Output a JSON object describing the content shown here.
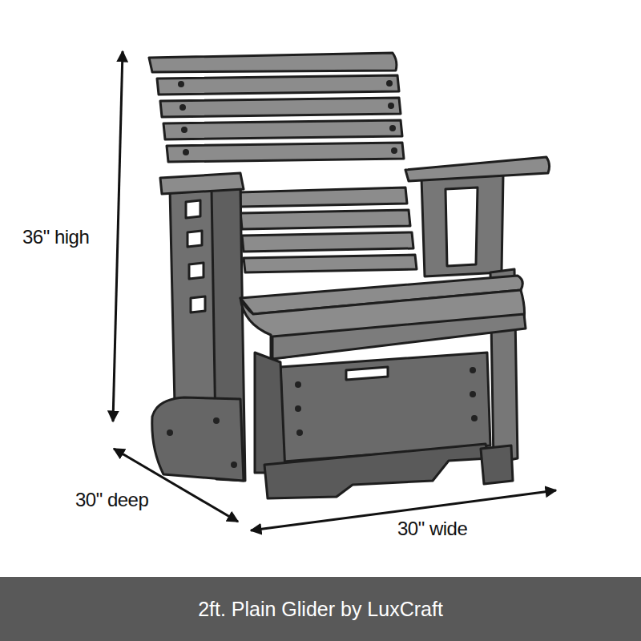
{
  "diagram": {
    "caption": "2ft. Plain Glider by LuxCraft",
    "labels": [
      "36\" high",
      "30\" deep",
      "30\" wide"
    ]
  }
}
